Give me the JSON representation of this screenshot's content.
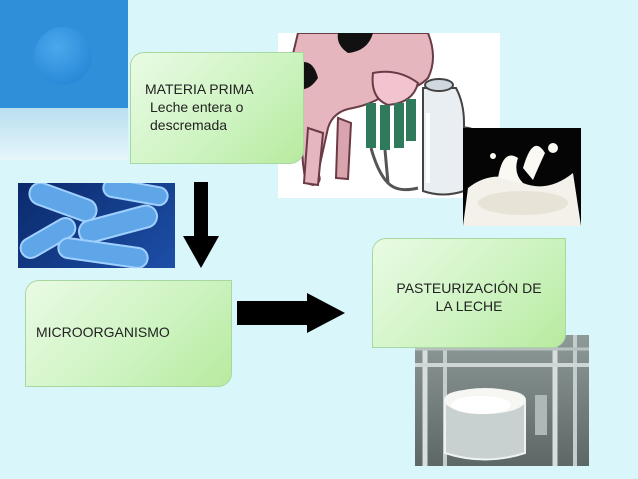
{
  "diagram": {
    "boxes": {
      "materia_prima": {
        "line1": "MATERIA PRIMA",
        "line2": "Leche entera o",
        "line3": "descremada"
      },
      "microorganismo": {
        "label": "MICROORGANISMO"
      },
      "pasteurizacion": {
        "line1": "PASTEURIZACIÓN DE",
        "line2": "LA LECHE"
      }
    },
    "colors": {
      "background": "#d9f7fb",
      "box_fill": "#ccf3bf",
      "arrow": "#000000",
      "corner_blue": "#2f8fd8"
    },
    "images": [
      "cow-milking-illustration",
      "milk-splash-photo",
      "bacteria-micrograph",
      "pasteurization-tank-photo"
    ]
  }
}
